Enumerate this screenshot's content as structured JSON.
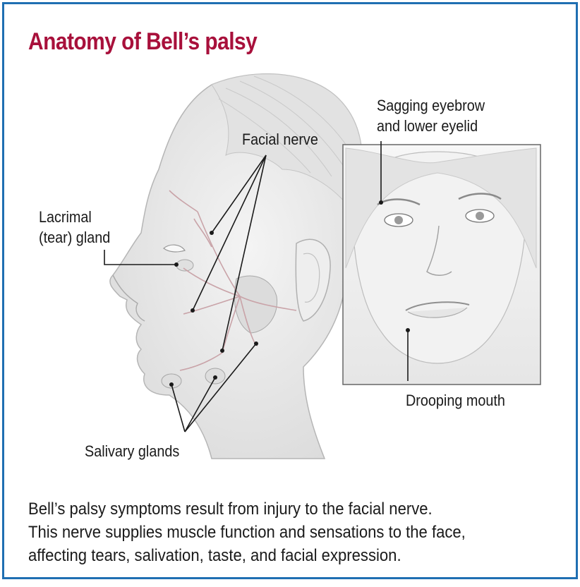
{
  "title": "Anatomy of Bell’s palsy",
  "labels": {
    "facial_nerve": "Facial nerve",
    "lacrimal_line1": "Lacrimal",
    "lacrimal_line2": "(tear) gland",
    "sagging_line1": "Sagging eyebrow",
    "sagging_line2": "and lower eyelid",
    "drooping_mouth": "Drooping mouth",
    "salivary_glands": "Salivary glands"
  },
  "caption": [
    "Bell’s palsy symptoms result from injury to the facial nerve.",
    "This nerve supplies muscle function and sensations to the face,",
    "affecting tears, salivation, taste, and facial expression."
  ],
  "colors": {
    "border": "#1f6fb2",
    "title": "#a8103b",
    "nerve": "#c9a3a8",
    "gland": "#d8d8d8"
  }
}
